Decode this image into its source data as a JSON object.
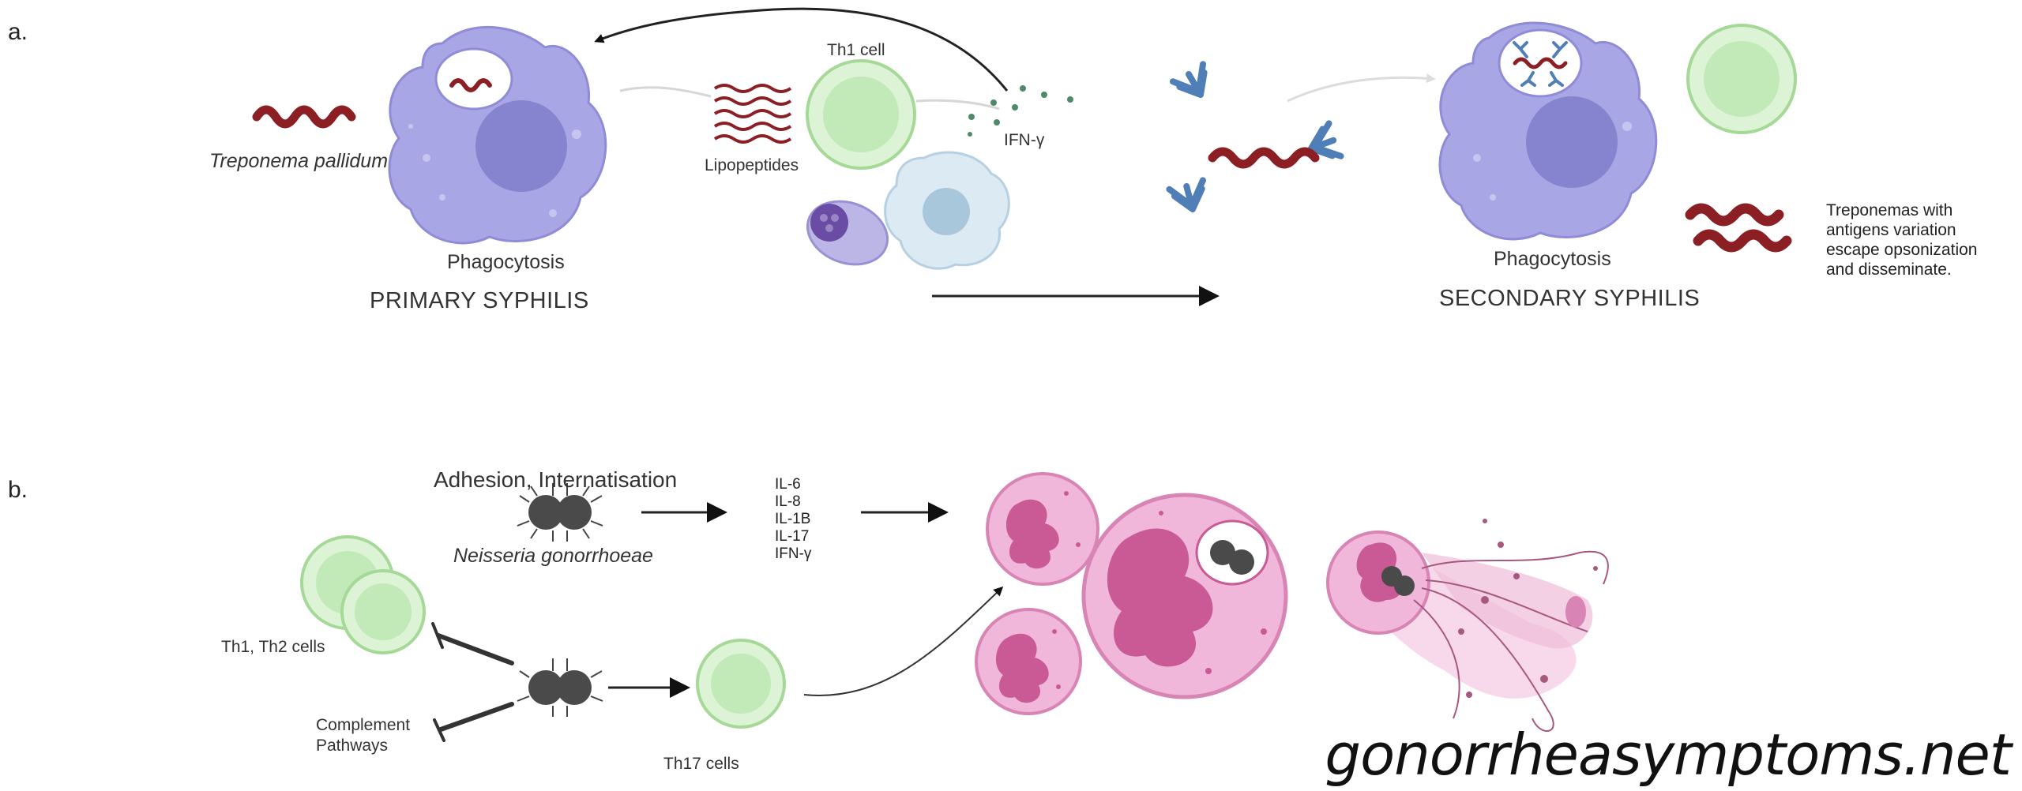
{
  "panel_a": {
    "label": "a.",
    "pathogen_label": "Treponema pallidum",
    "th1_label": "Th1 cell",
    "lipopeptides_label": "Lipopeptides",
    "ifn_label": "IFN-γ",
    "phagocytosis_primary": "Phagocytosis",
    "primary_stage": "PRIMARY SYPHILIS",
    "phagocytosis_secondary": "Phagocytosis",
    "secondary_stage": "SECONDARY SYPHILIS",
    "escape_note": [
      "Treponemas with",
      "antigens variation",
      "escape opsonization",
      "and disseminate."
    ]
  },
  "panel_b": {
    "label": "b.",
    "adhesion_label": "Adhesion, Internatisation",
    "pathogen_label": "Neisseria gonorrhoeae",
    "cytokines": [
      "IL-6",
      "IL-8",
      "IL-1B",
      "IL-17",
      "IFN-γ"
    ],
    "th_cells_label": "Th1, Th2 cells",
    "complement_label": [
      "Complement",
      "Pathways"
    ],
    "th17_label": "Th17 cells"
  },
  "watermark": "gonorrheasymptoms.net",
  "colors": {
    "macrophage": "#a9a6e6",
    "nucleus": "#8784cf",
    "treponema": "#8c1f24",
    "tcell": "#c9ecc2",
    "antibody": "#4f7fb6",
    "neutrophil": "#e79ac8",
    "neisseria": "#444444"
  }
}
